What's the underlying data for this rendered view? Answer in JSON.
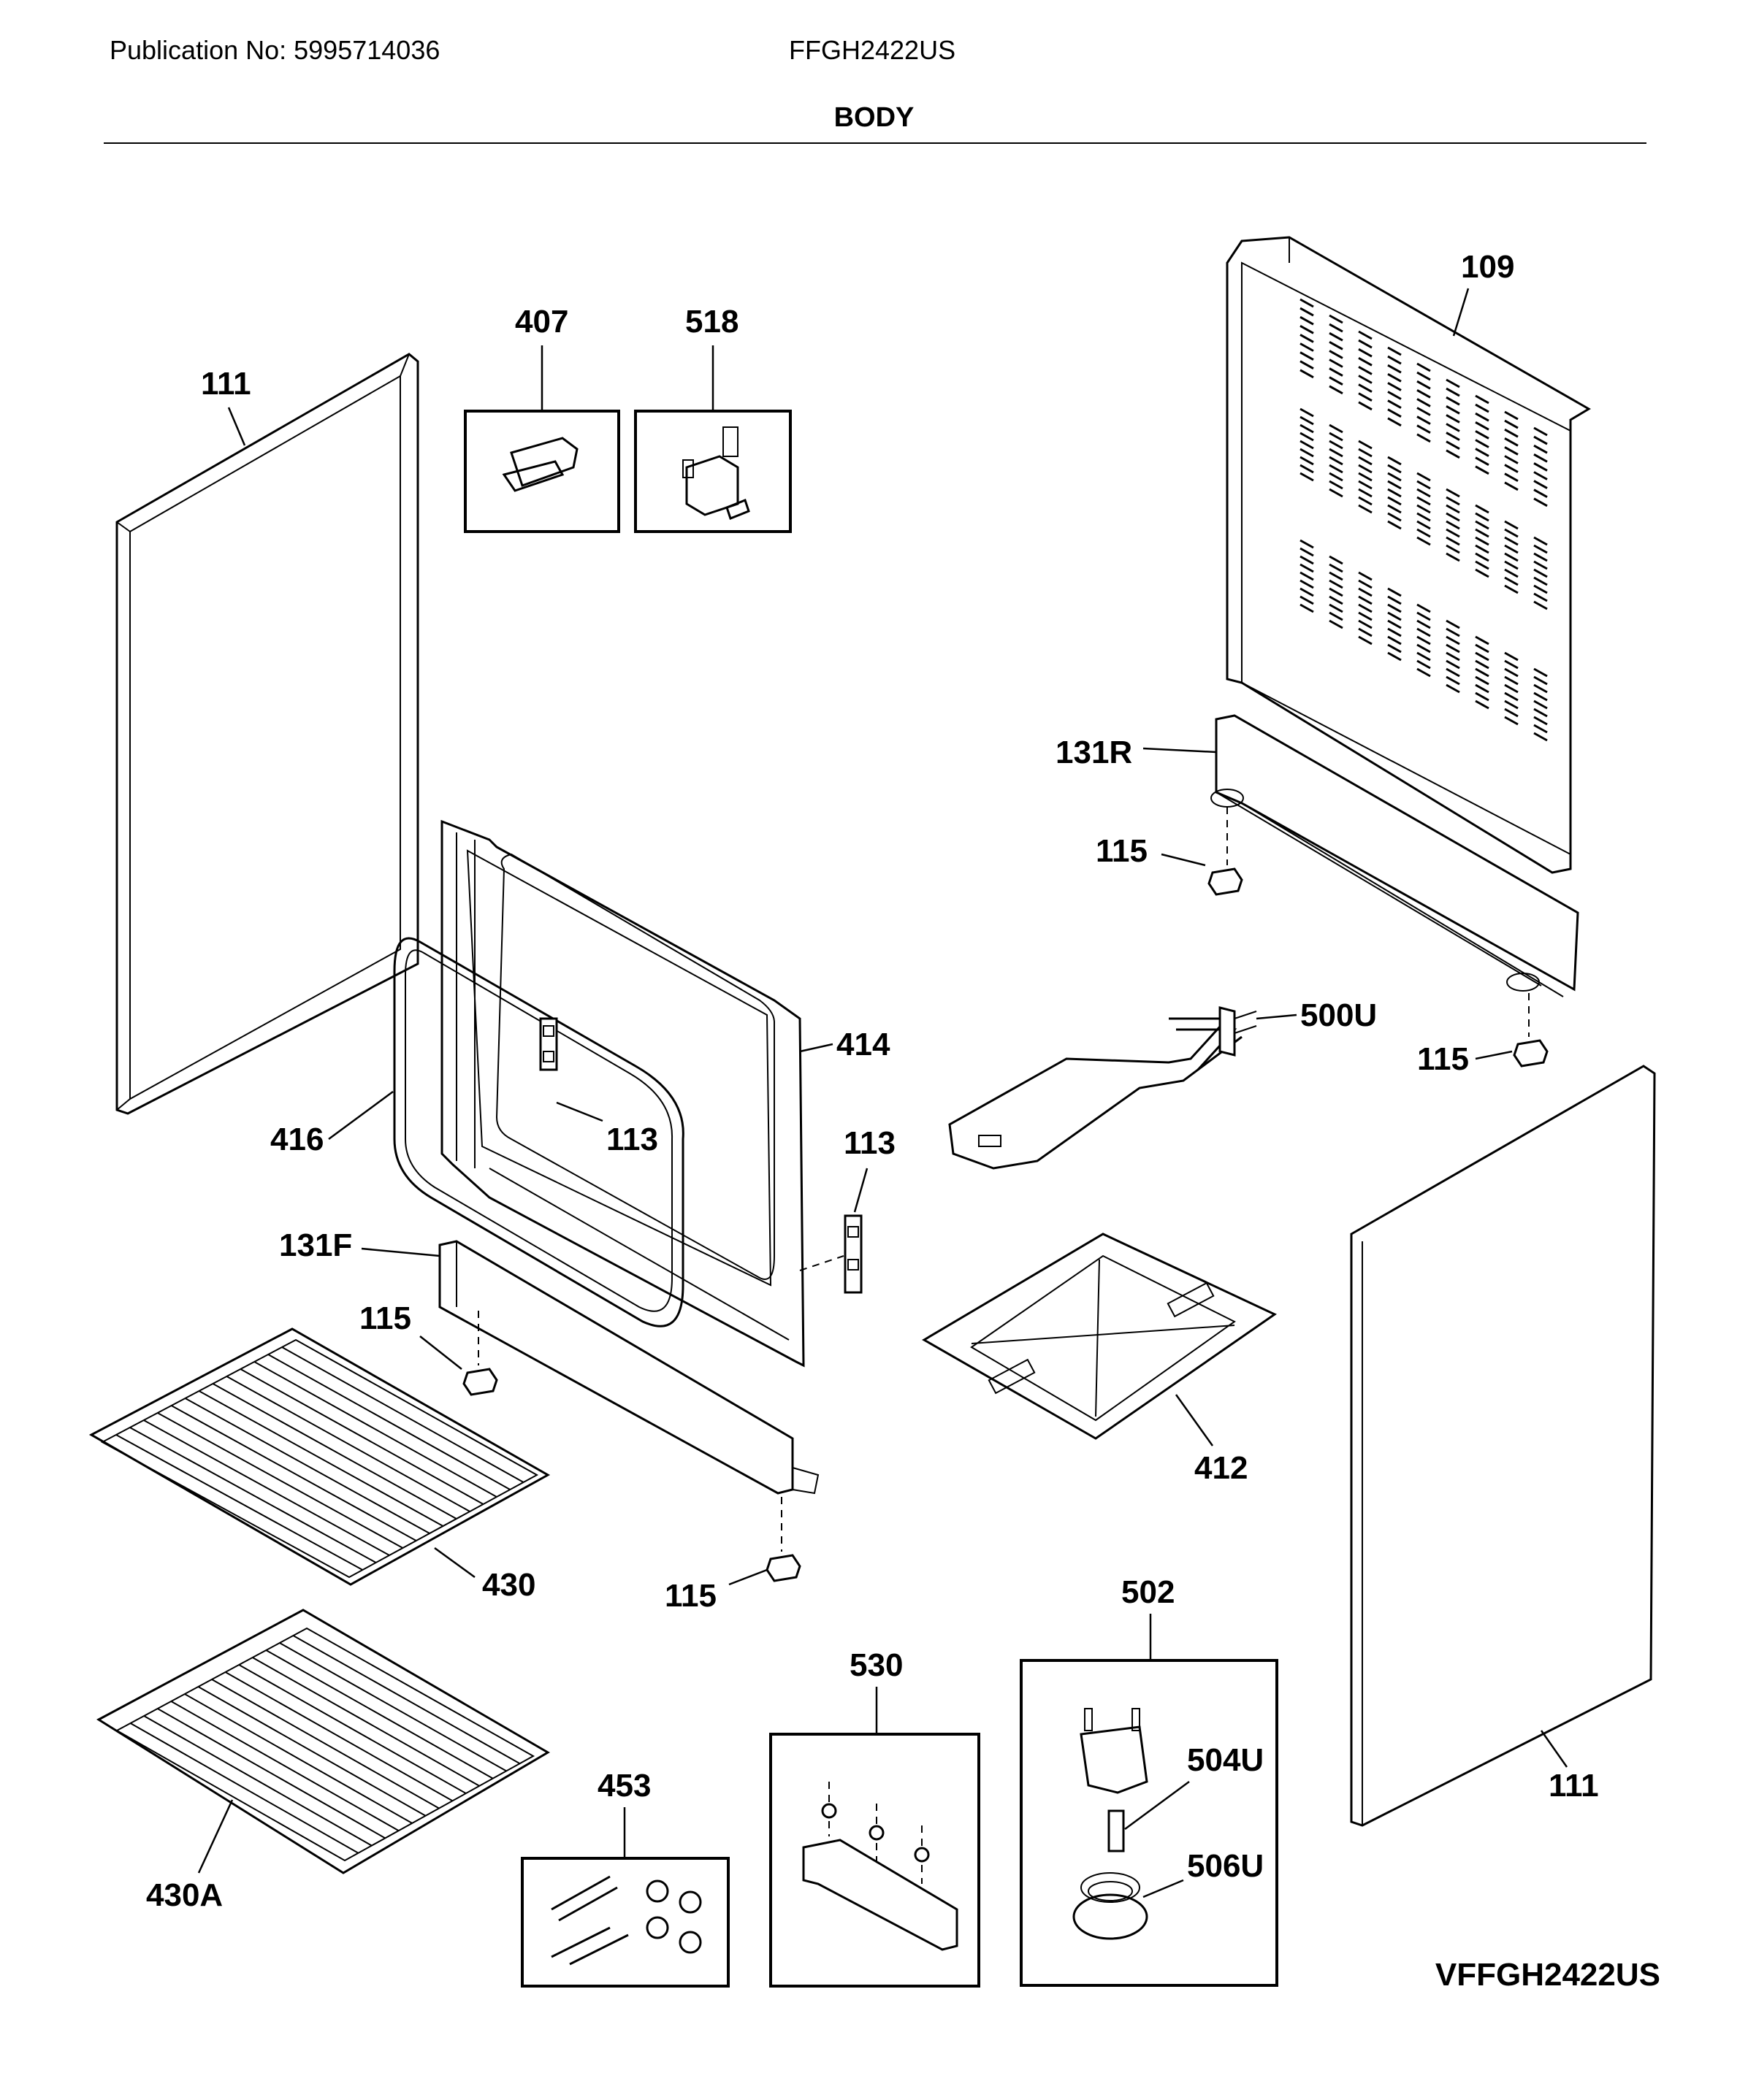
{
  "header": {
    "publication": "Publication No: 5995714036",
    "model": "FFGH2422US",
    "section_title": "BODY"
  },
  "footer": {
    "diagram_code": "VFFGH2422US"
  },
  "callouts": {
    "c111a": "111",
    "c407": "407",
    "c518": "518",
    "c109": "109",
    "c131r": "131R",
    "c115a": "115",
    "c500u": "500U",
    "c115b": "115",
    "c414": "414",
    "c416": "416",
    "c113a": "113",
    "c113b": "113",
    "c131f": "131F",
    "c115c": "115",
    "c412": "412",
    "c111b": "111",
    "c430": "430",
    "c115d": "115",
    "c502": "502",
    "c530": "530",
    "c504u": "504U",
    "c453": "453",
    "c506u": "506U",
    "c430a": "430A"
  }
}
